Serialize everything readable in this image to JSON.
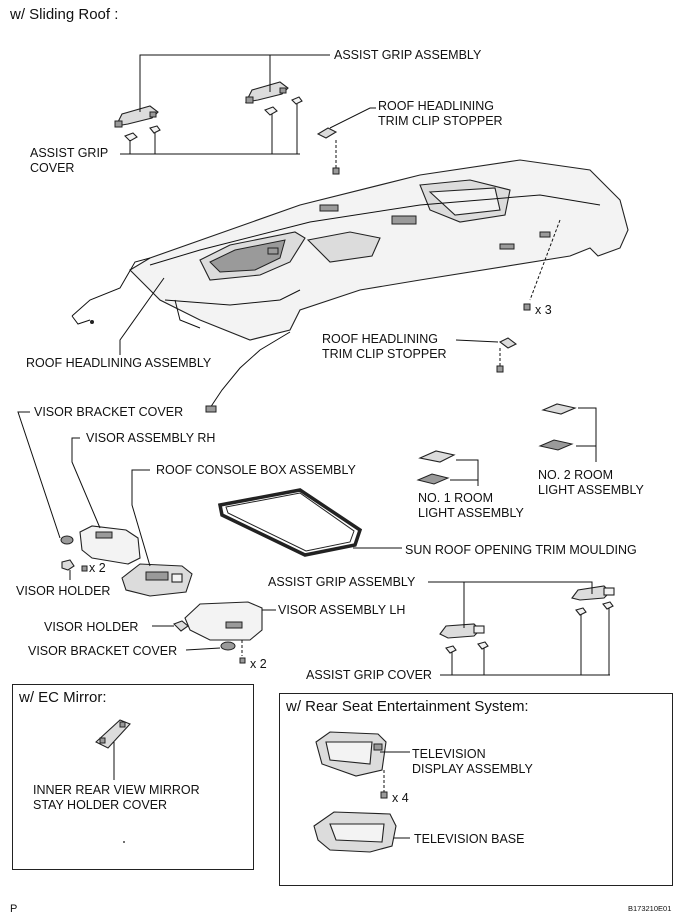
{
  "title": "w/ Sliding Roof :",
  "labels": {
    "assist_grip_assembly_top": "ASSIST GRIP ASSEMBLY",
    "roof_headlining_trim_clip_stopper_top": [
      "ROOF HEADLINING",
      "TRIM CLIP STOPPER"
    ],
    "assist_grip_cover_top": [
      "ASSIST GRIP",
      "COVER"
    ],
    "qty_x3": "x 3",
    "roof_headlining_trim_clip_stopper_mid": [
      "ROOF HEADLINING",
      "TRIM CLIP STOPPER"
    ],
    "roof_headlining_assembly": "ROOF HEADLINING ASSEMBLY",
    "visor_bracket_cover_top": "VISOR BRACKET COVER",
    "visor_assembly_rh": "VISOR ASSEMBLY RH",
    "roof_console_box_assembly": "ROOF CONSOLE BOX ASSEMBLY",
    "no2_room_light_assembly": [
      "NO. 2 ROOM",
      "LIGHT ASSEMBLY"
    ],
    "no1_room_light_assembly": [
      "NO. 1 ROOM",
      "LIGHT ASSEMBLY"
    ],
    "qty_x2_visor_rh": "x 2",
    "sun_roof_opening_trim_moulding": "SUN ROOF OPENING TRIM MOULDING",
    "visor_holder_rh": "VISOR HOLDER",
    "assist_grip_assembly_bottom": "ASSIST GRIP ASSEMBLY",
    "visor_assembly_lh": "VISOR ASSEMBLY LH",
    "visor_holder_lh": "VISOR HOLDER",
    "visor_bracket_cover_bottom": "VISOR BRACKET COVER",
    "qty_x2_visor_lh": "x 2",
    "assist_grip_cover_bottom": "ASSIST GRIP COVER"
  },
  "ec_mirror_box": {
    "title": "w/ EC Mirror:",
    "label": [
      "INNER REAR VIEW MIRROR",
      "STAY HOLDER COVER"
    ]
  },
  "rse_box": {
    "title": "w/ Rear Seat Entertainment System:",
    "television_display_assembly": [
      "TELEVISION",
      "DISPLAY ASSEMBLY"
    ],
    "qty_x4": "x 4",
    "television_base": "TELEVISION BASE"
  },
  "footer": {
    "page_letter": "P",
    "figure_code": "B173210E01"
  }
}
